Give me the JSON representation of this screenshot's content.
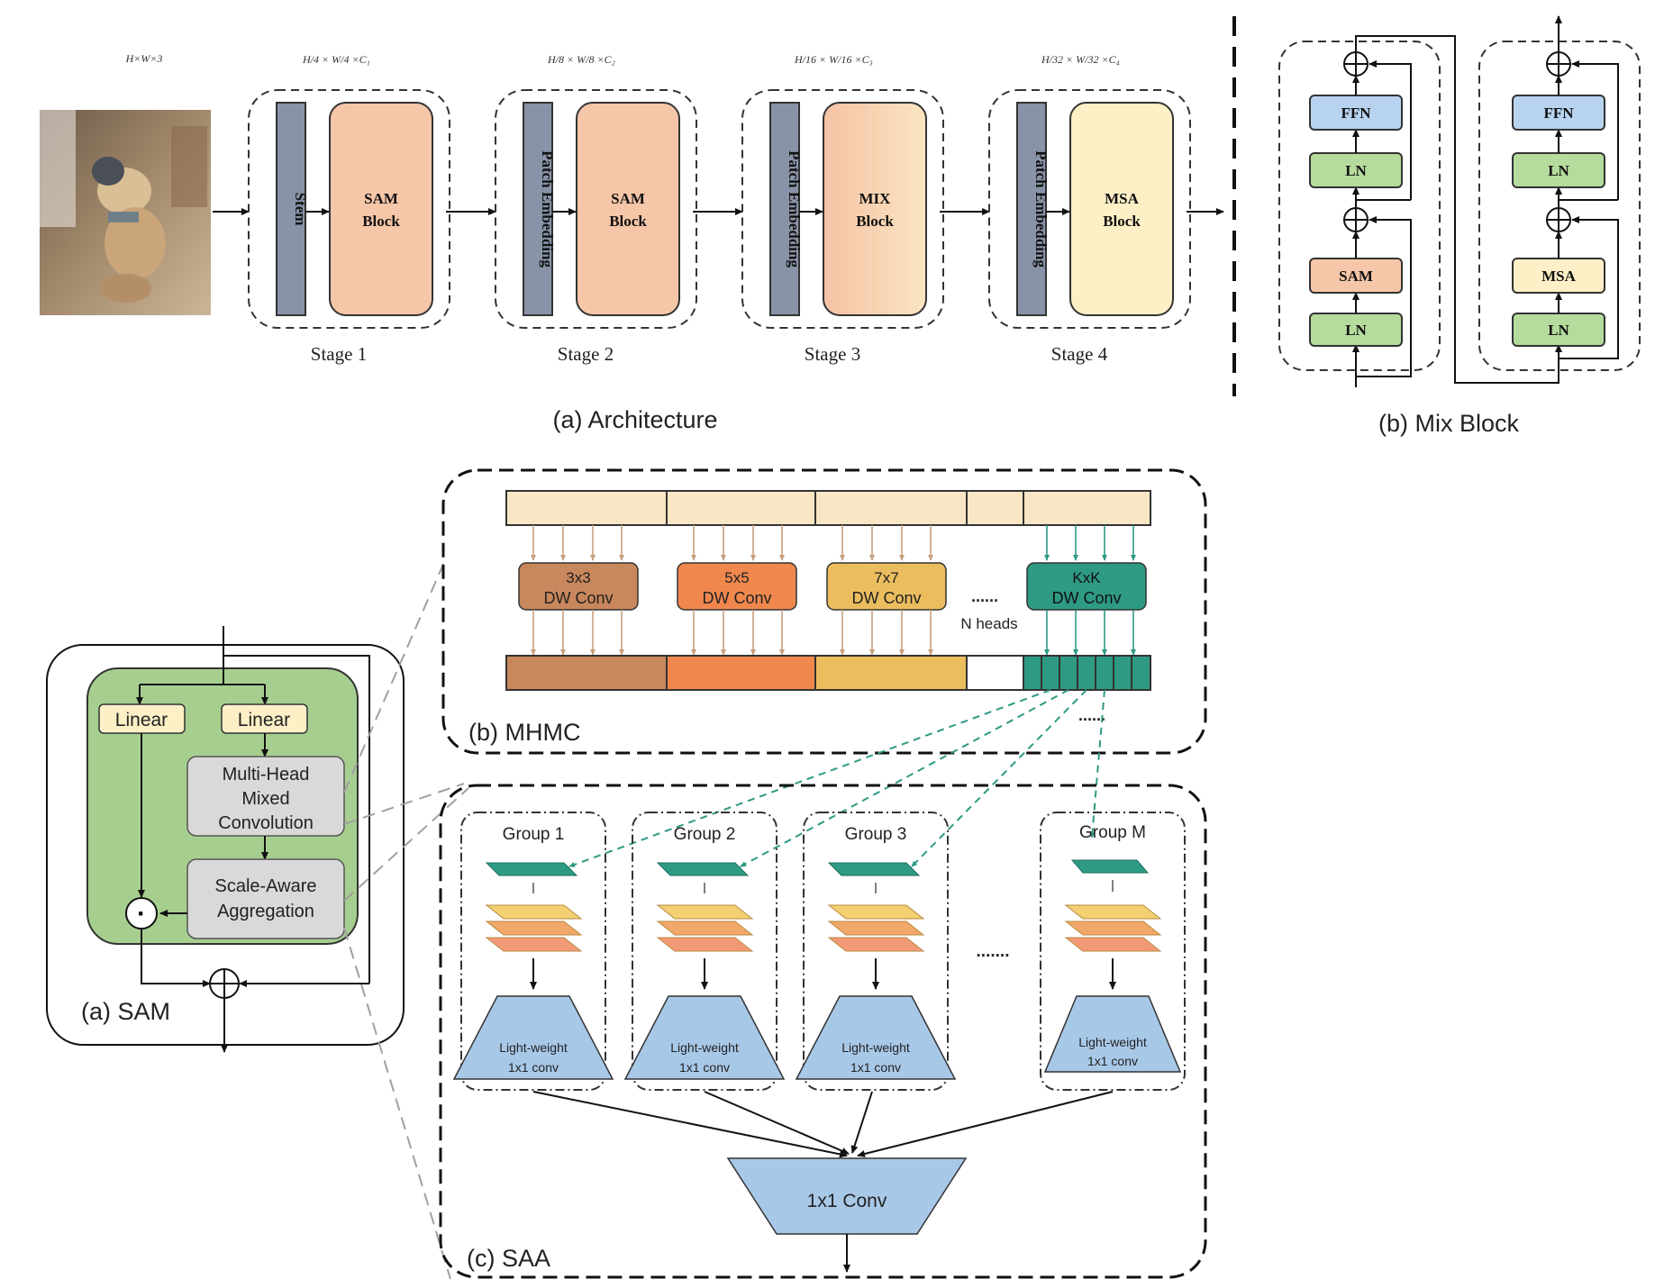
{
  "input": {
    "dims": "H×W×3",
    "image_icon": "dog-photo"
  },
  "stages": [
    {
      "dims_num_h": "H",
      "dims_den_h": "4",
      "dims_num_w": "W",
      "dims_den_w": "4",
      "dims_ch": "×C₁",
      "embed": "Stem",
      "block_line1": "SAM",
      "block_line2": "Block",
      "label": "Stage 1"
    },
    {
      "dims_num_h": "H",
      "dims_den_h": "8",
      "dims_num_w": "W",
      "dims_den_w": "8",
      "dims_ch": "×C₂",
      "embed": "Patch Embedding",
      "block_line1": "SAM",
      "block_line2": "Block",
      "label": "Stage 2"
    },
    {
      "dims_num_h": "H",
      "dims_den_h": "16",
      "dims_num_w": "W",
      "dims_den_w": "16",
      "dims_ch": "×C₃",
      "embed": "Patch Embedding",
      "block_line1": "MIX",
      "block_line2": "Block",
      "label": "Stage 3"
    },
    {
      "dims_num_h": "H",
      "dims_den_h": "32",
      "dims_num_w": "W",
      "dims_den_w": "32",
      "dims_ch": "×C₄",
      "embed": "Patch Embedding",
      "block_line1": "MSA",
      "block_line2": "Block",
      "label": "Stage 4"
    }
  ],
  "captions": {
    "architecture": "(a) Architecture",
    "mix_block": "(b) Mix Block",
    "sam": "(a) SAM",
    "mhmc": "(b) MHMC",
    "saa": "(c) SAA"
  },
  "mix_block": {
    "left": {
      "ffn": "FFN",
      "ln_top": "LN",
      "attn": "SAM",
      "ln_bottom": "LN"
    },
    "right": {
      "ffn": "FFN",
      "ln_top": "LN",
      "attn": "MSA",
      "ln_bottom": "LN"
    }
  },
  "sam": {
    "linear_left": "Linear",
    "linear_right": "Linear",
    "mhmc_line1": "Multi-Head",
    "mhmc_line2": "Mixed",
    "mhmc_line3": "Convolution",
    "saa_line1": "Scale-Aware",
    "saa_line2": "Aggregation",
    "mult_symbol": "·"
  },
  "mhmc": {
    "heads": [
      {
        "size": "3x3",
        "name": "DW Conv",
        "color": "#c8875c"
      },
      {
        "size": "5x5",
        "name": "DW Conv",
        "color": "#f0884e"
      },
      {
        "size": "7x7",
        "name": "DW Conv",
        "color": "#ebbd5e"
      },
      {
        "size": "KxK",
        "name": "DW Conv",
        "color": "#2e9a84"
      }
    ],
    "ellipsis": "......",
    "n_heads": "N heads",
    "ellipsis_bottom": "......"
  },
  "saa": {
    "groups": [
      "Group 1",
      "Group 2",
      "Group 3",
      "Group M"
    ],
    "lw_line1": "Light-weight",
    "lw_line2": "1x1 conv",
    "ellipsis": ".......",
    "final_conv": "1x1 Conv"
  },
  "colors": {
    "sam_block": "#f6c6a8",
    "mix_block": "#f8d7b4",
    "msa_block": "#fdf0c6",
    "embed": "#8893a8",
    "ffn": "#b8d3ef",
    "ln": "#b5db9d",
    "sam_green": "#a6cf8f",
    "teal": "#2e9a84",
    "light_blue": "#a8c8e8",
    "feature": "#f8e6c4"
  }
}
